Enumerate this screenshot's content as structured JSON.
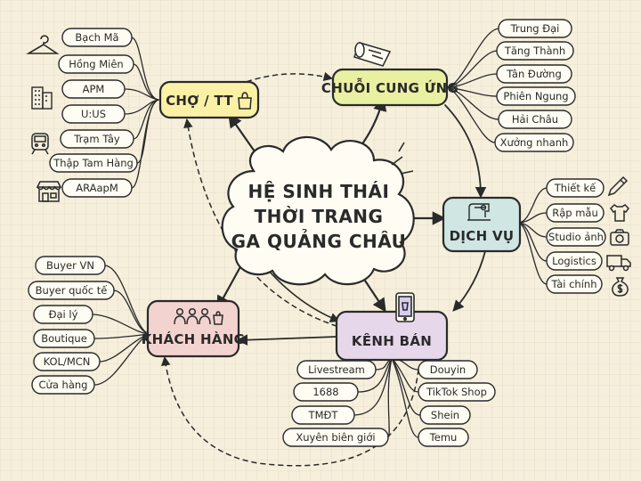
{
  "center": {
    "lines": [
      "HỆ SINH THÁI",
      "THỜI TRANG",
      "GA QUẢNG CHÂU"
    ]
  },
  "categories": {
    "cho_tt": {
      "label": "CHỢ / TT",
      "color": "#fbf1a6",
      "icon": "shopping-bag-icon",
      "items": [
        "Bạch Mã",
        "Hồng Miên",
        "APM",
        "U:US",
        "Trạm Tây",
        "Thập Tam Hàng",
        "ARAapM"
      ],
      "side_icons": [
        "hanger-icon",
        "building-icon",
        "train-icon",
        "storefront-icon"
      ]
    },
    "chuoi_cung_ung": {
      "label": "CHUỖI CUNG ỨNG",
      "color": "#e9f0a2",
      "icon": "fabric-roll-icon",
      "items": [
        "Trung Đại",
        "Tăng Thành",
        "Tân Đường",
        "Phiên Ngung",
        "Hải Châu",
        "Xưởng nhanh"
      ]
    },
    "dich_vu": {
      "label": "DỊCH VỤ",
      "color": "#cfe6e3",
      "icon": "sewing-machine-icon",
      "items": [
        "Thiết kế",
        "Rập mẫu",
        "Studio ảnh",
        "Logistics",
        "Tài chính"
      ],
      "side_icons": [
        "pencil-icon",
        "shirt-icon",
        "camera-icon",
        "truck-icon",
        "money-bag-icon"
      ]
    },
    "kenh_ban": {
      "label": "KÊNH BÁN",
      "color": "#e7d7ea",
      "icon": "smartphone-icon",
      "items_left": [
        "Livestream",
        "1688",
        "TMĐT",
        "Xuyên biên giới"
      ],
      "items_right": [
        "Douyin",
        "TikTok Shop",
        "Shein",
        "Temu"
      ]
    },
    "khach_hang": {
      "label": "KHÁCH HÀNG",
      "color": "#f3d3cf",
      "icon": "people-icon",
      "items": [
        "Buyer VN",
        "Buyer quốc tế",
        "Đại lý",
        "Boutique",
        "KOL/MCN",
        "Cửa hàng"
      ]
    }
  }
}
